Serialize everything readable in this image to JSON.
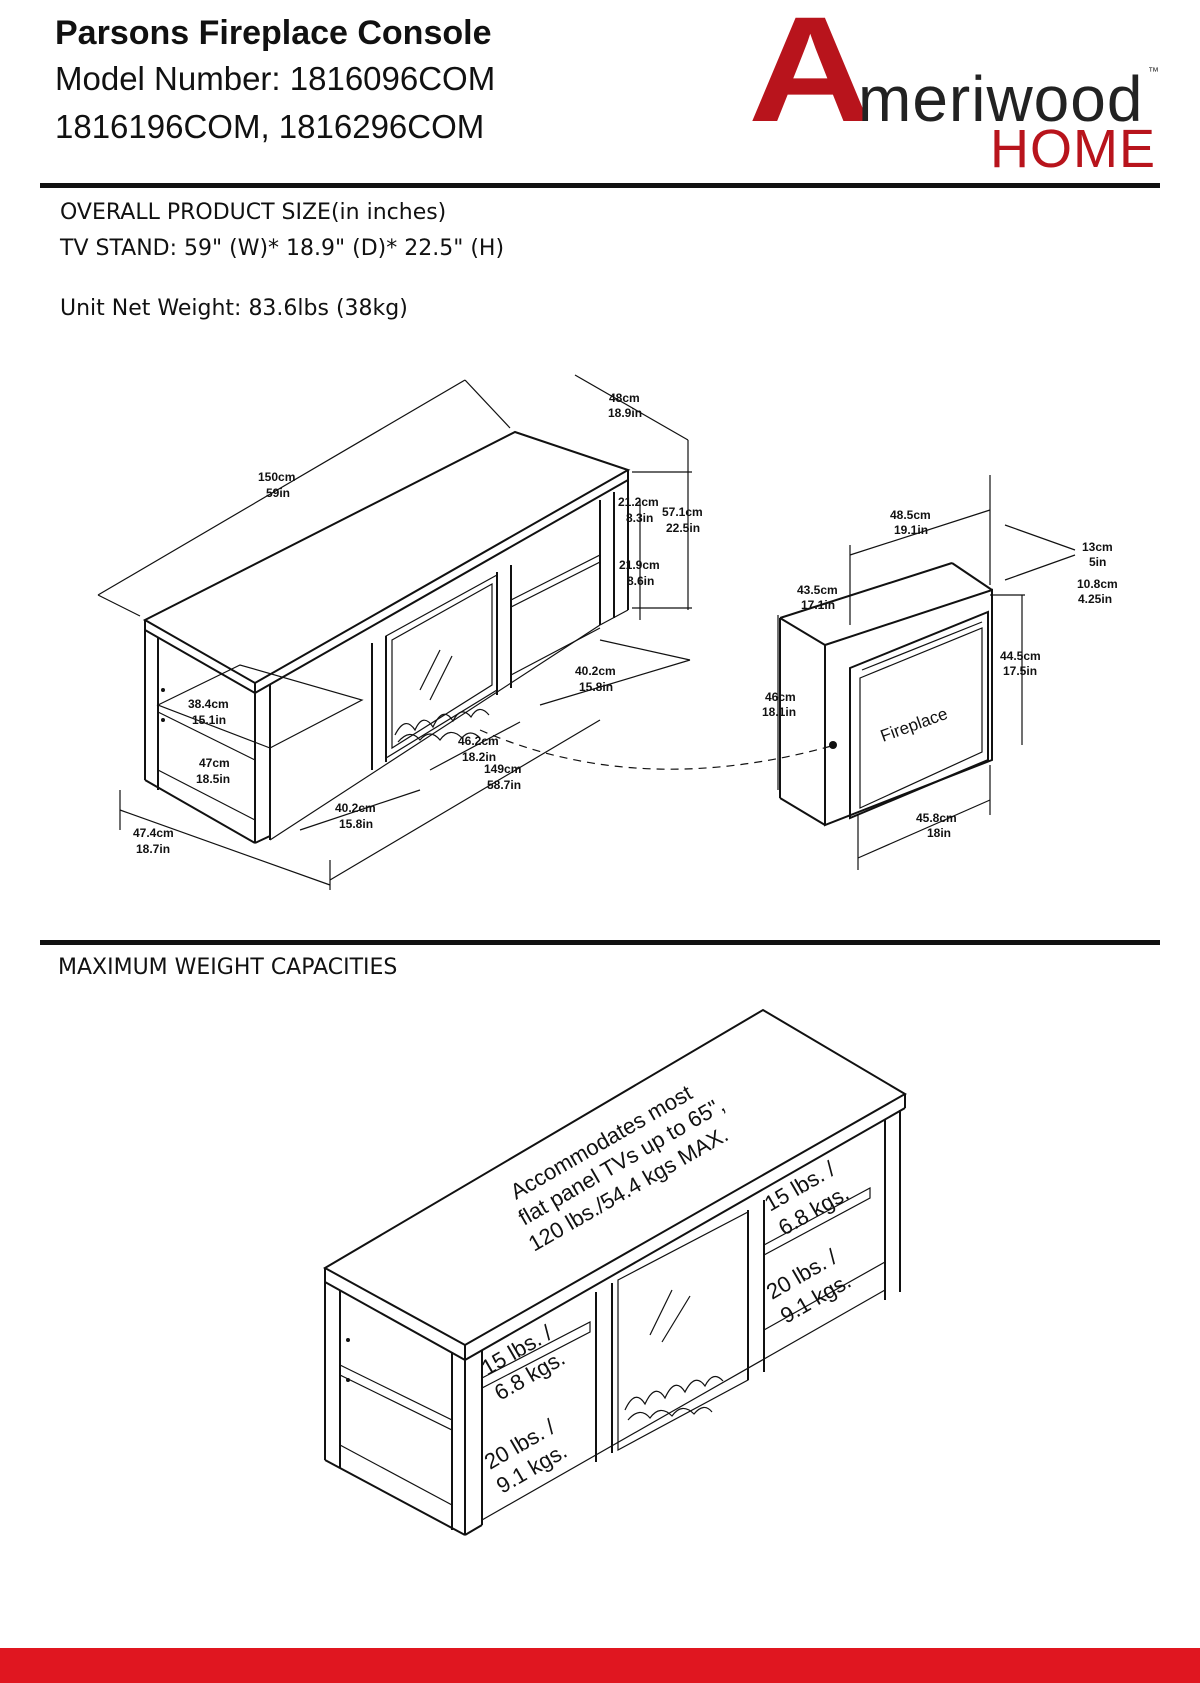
{
  "header": {
    "product_name": "Parsons Fireplace Console",
    "model_line1": "Model Number: 1816096COM",
    "model_line2": "1816196COM, 1816296COM"
  },
  "logo": {
    "letter": "A",
    "word": "meriwood",
    "tm": "™",
    "home": "HOME",
    "brand_color": "#b8141c"
  },
  "size_info": {
    "heading": "OVERALL PRODUCT SIZE(in inches)",
    "tv_stand": "TV STAND:  59\"  (W)* 18.9\"  (D)*  22.5\"  (H)",
    "weight": "Unit Net Weight: 83.6lbs (38kg)"
  },
  "dimensions": {
    "depth_cm": "48cm",
    "depth_in": "18.9in",
    "width_cm": "150cm",
    "width_in": "59in",
    "upper_cm": "21.2cm",
    "upper_in": "8.3in",
    "height_cm": "57.1cm",
    "height_in": "22.5in",
    "lower_cm": "21.9cm",
    "lower_in": "8.6in",
    "right_shelf_cm": "40.2cm",
    "right_shelf_in": "15.8in",
    "left_upper_cm": "38.4cm",
    "left_upper_in": "15.1in",
    "left_lower_cm": "47cm",
    "left_lower_in": "18.5in",
    "center_cm": "46.2cm",
    "center_in": "18.2in",
    "inner_width_cm": "149cm",
    "inner_width_in": "58.7in",
    "left_shelf_cm": "40.2cm",
    "left_shelf_in": "15.8in",
    "side_depth_cm": "47.4cm",
    "side_depth_in": "18.7in"
  },
  "fireplace": {
    "label": "Fireplace",
    "top_cm": "48.5cm",
    "top_in": "19.1in",
    "inner_cm": "43.5cm",
    "inner_in": "17.1in",
    "depth_cm": "13cm",
    "depth_in": "5in",
    "depth2_cm": "10.8cm",
    "depth2_in": "4.25in",
    "height_cm": "44.5cm",
    "height_in": "17.5in",
    "left_cm": "46cm",
    "left_in": "18.1in",
    "bottom_cm": "45.8cm",
    "bottom_in": "18in"
  },
  "capacities": {
    "heading": "MAXIMUM WEIGHT CAPACITIES",
    "top_line1": "Accommodates most",
    "top_line2": "flat panel TVs up to 65\",",
    "top_line3": "120 lbs./54.4 kgs MAX.",
    "shelf15_line1": "15 lbs. /",
    "shelf15_line2": "6.8 kgs.",
    "shelf20_line1": "20 lbs. /",
    "shelf20_line2": "9.1 kgs."
  },
  "colors": {
    "bottom_bar": "#e01620",
    "text": "#111111"
  }
}
